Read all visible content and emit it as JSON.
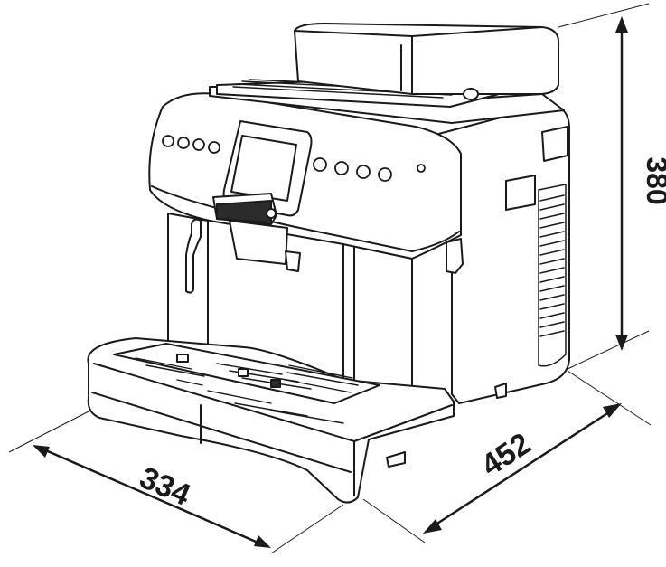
{
  "dimensions": {
    "height": "380",
    "depth": "452",
    "width": "334"
  },
  "colors": {
    "line": "#1a1a1a",
    "fill": "#ffffff",
    "shade": "#e6e6e6",
    "dark": "#2b2b2b"
  }
}
